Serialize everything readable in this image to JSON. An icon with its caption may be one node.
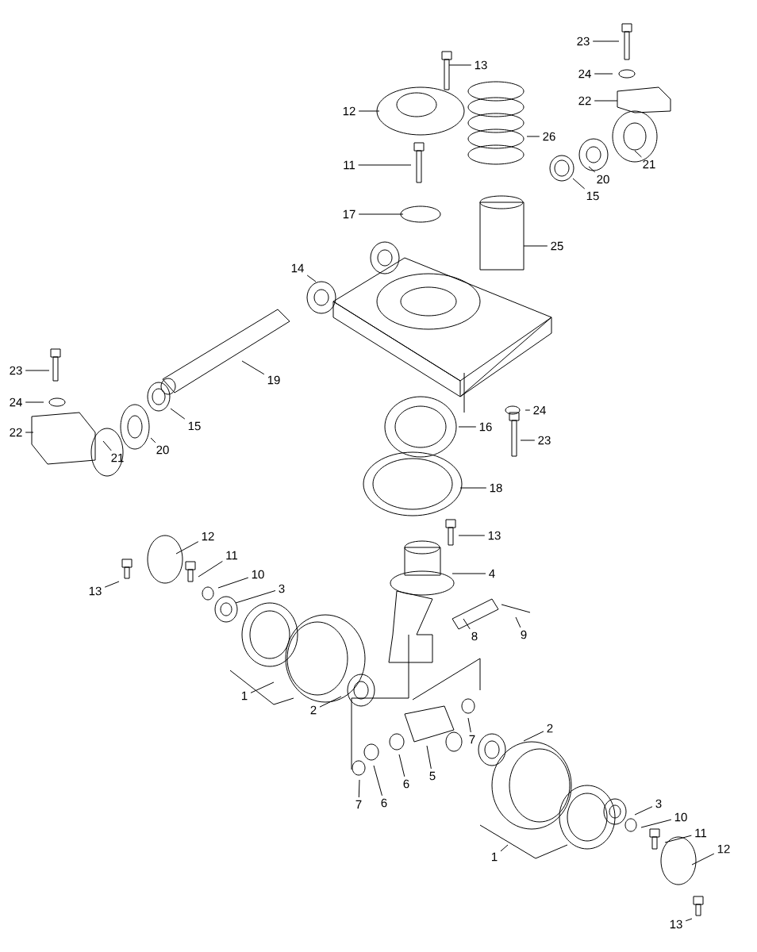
{
  "diagram": {
    "nodes": [
      {
        "text": [
          "23"
        ]
      },
      {
        "text": [
          "13"
        ]
      },
      {
        "text": [
          "24"
        ]
      },
      {
        "text": [
          "22"
        ]
      },
      {
        "text": [
          "12"
        ]
      },
      {
        "text": [
          "26"
        ]
      },
      {
        "text": [
          "21"
        ]
      },
      {
        "text": [
          "11"
        ]
      },
      {
        "text": [
          "20"
        ]
      },
      {
        "text": [
          "15"
        ]
      },
      {
        "text": [
          "17"
        ]
      },
      {
        "text": [
          "25"
        ]
      },
      {
        "text": [
          "14"
        ]
      },
      {
        "text": [
          "23"
        ]
      },
      {
        "text": [
          "19"
        ]
      },
      {
        "text": [
          "24"
        ]
      },
      {
        "text": [
          "24"
        ]
      },
      {
        "text": [
          "15"
        ]
      },
      {
        "text": [
          "16"
        ]
      },
      {
        "text": [
          "22"
        ]
      },
      {
        "text": [
          "23"
        ]
      },
      {
        "text": [
          "20"
        ]
      },
      {
        "text": [
          "21"
        ]
      },
      {
        "text": [
          "18"
        ]
      },
      {
        "text": [
          "13"
        ]
      },
      {
        "text": [
          "12"
        ]
      },
      {
        "text": [
          "11"
        ]
      },
      {
        "text": [
          "4"
        ]
      },
      {
        "text": [
          "10"
        ]
      },
      {
        "text": [
          "13"
        ]
      },
      {
        "text": [
          "3"
        ]
      },
      {
        "text": [
          "9"
        ]
      },
      {
        "text": [
          "8"
        ]
      },
      {
        "text": [
          "1"
        ]
      },
      {
        "text": [
          "2"
        ]
      },
      {
        "text": [
          "2"
        ]
      },
      {
        "text": [
          "7"
        ]
      },
      {
        "text": [
          "5"
        ]
      },
      {
        "text": [
          "6"
        ]
      },
      {
        "text": [
          "6"
        ]
      },
      {
        "text": [
          "7"
        ]
      },
      {
        "text": [
          "3"
        ]
      },
      {
        "text": [
          "10"
        ]
      },
      {
        "text": [
          "11"
        ]
      },
      {
        "text": [
          "1"
        ]
      },
      {
        "text": [
          "12"
        ]
      },
      {
        "text": [
          "13"
        ]
      }
    ],
    "edges": [
      {
        "from": 0,
        "to": null,
        "arrow": "none"
      },
      {
        "from": 1,
        "to": null,
        "arrow": "none"
      },
      {
        "from": 2,
        "to": null,
        "arrow": "none"
      },
      {
        "from": 3,
        "to": null,
        "arrow": "none"
      },
      {
        "from": 4,
        "to": null,
        "arrow": "none"
      },
      {
        "from": 5,
        "to": null,
        "arrow": "none"
      },
      {
        "from": 6,
        "to": null,
        "arrow": "none"
      },
      {
        "from": 7,
        "to": null,
        "arrow": "none"
      },
      {
        "from": 8,
        "to": null,
        "arrow": "none"
      },
      {
        "from": 9,
        "to": null,
        "arrow": "none"
      },
      {
        "from": 10,
        "to": null,
        "arrow": "none"
      },
      {
        "from": 11,
        "to": null,
        "arrow": "none"
      },
      {
        "from": 12,
        "to": null,
        "arrow": "none"
      },
      {
        "from": 13,
        "to": null,
        "arrow": "none"
      },
      {
        "from": 14,
        "to": null,
        "arrow": "none"
      },
      {
        "from": 15,
        "to": null,
        "arrow": "none"
      },
      {
        "from": 16,
        "to": null,
        "arrow": "none"
      },
      {
        "from": 17,
        "to": null,
        "arrow": "none"
      },
      {
        "from": 18,
        "to": null,
        "arrow": "none"
      },
      {
        "from": 19,
        "to": null,
        "arrow": "none"
      },
      {
        "from": 20,
        "to": null,
        "arrow": "none"
      },
      {
        "from": 21,
        "to": null,
        "arrow": "none"
      },
      {
        "from": 22,
        "to": null,
        "arrow": "none"
      },
      {
        "from": 23,
        "to": null,
        "arrow": "none"
      },
      {
        "from": 24,
        "to": null,
        "arrow": "none"
      },
      {
        "from": 25,
        "to": null,
        "arrow": "none"
      },
      {
        "from": 26,
        "to": null,
        "arrow": "none"
      },
      {
        "from": 27,
        "to": null,
        "arrow": "none"
      },
      {
        "from": 28,
        "to": null,
        "arrow": "none"
      },
      {
        "from": 29,
        "to": null,
        "arrow": "none"
      },
      {
        "from": 30,
        "to": null,
        "arrow": "none"
      },
      {
        "from": 31,
        "to": null,
        "arrow": "none"
      },
      {
        "from": 32,
        "to": null,
        "arrow": "none"
      },
      {
        "from": 33,
        "to": null,
        "arrow": "none"
      },
      {
        "from": 34,
        "to": null,
        "arrow": "none"
      },
      {
        "from": 35,
        "to": null,
        "arrow": "none"
      },
      {
        "from": 36,
        "to": null,
        "arrow": "none"
      },
      {
        "from": 37,
        "to": null,
        "arrow": "none"
      },
      {
        "from": 38,
        "to": null,
        "arrow": "none"
      },
      {
        "from": 39,
        "to": null,
        "arrow": "none"
      },
      {
        "from": 40,
        "to": null,
        "arrow": "none"
      },
      {
        "from": 41,
        "to": null,
        "arrow": "none"
      },
      {
        "from": 42,
        "to": null,
        "arrow": "none"
      },
      {
        "from": 43,
        "to": null,
        "arrow": "none"
      },
      {
        "from": 44,
        "to": null,
        "arrow": "none"
      },
      {
        "from": 45,
        "to": null,
        "arrow": "none"
      },
      {
        "from": 46,
        "to": null,
        "arrow": "none"
      }
    ]
  }
}
